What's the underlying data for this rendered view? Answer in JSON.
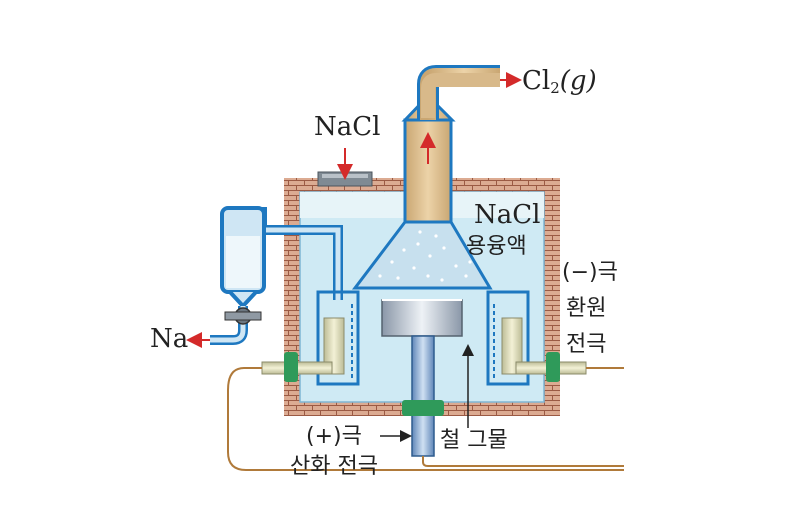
{
  "labels": {
    "nacl_feed": "NaCl",
    "cl2_gas_main": "Cl",
    "cl2_gas_sub": "2",
    "cl2_gas_state": "(g)",
    "nacl_molten_1": "NaCl",
    "nacl_molten_2": "용융액",
    "cathode_1": "(−)극",
    "cathode_2": "환원",
    "cathode_3": "전극",
    "anode_1": "(+)극",
    "anode_2": "산화  전극",
    "sodium": "Na",
    "iron_mesh": "철  그물"
  },
  "colors": {
    "brick": "#d9a88e",
    "brick_mortar": "#9b5a44",
    "electrolyte": "#cfeaf4",
    "frame_blue": "#1e78c0",
    "gas_tan": "#d8b98a",
    "arrow_red": "#d42a2a",
    "wire": "#b07a3a",
    "seal_green": "#2f9a5a"
  }
}
